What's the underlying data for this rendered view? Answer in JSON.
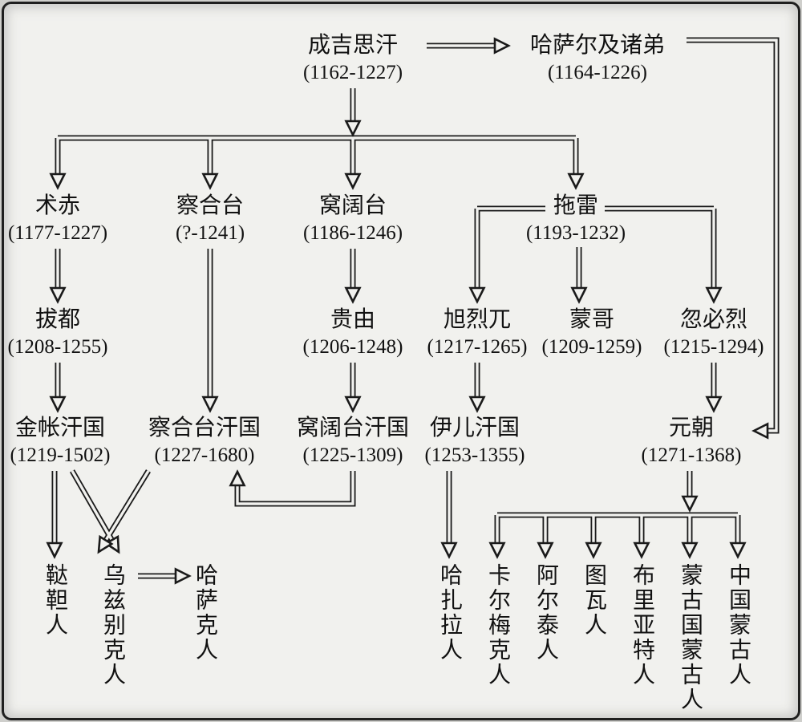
{
  "page": {
    "background": "#f1f1ee",
    "line_color": "#1a1a1a",
    "text_color": "#111111",
    "description": "Genealogy chart of Genghis Khan, the Mongol khanates and modern descendant peoples"
  },
  "nodes": {
    "genghis": {
      "name": "成吉思汗",
      "dates": "(1162-1227)"
    },
    "khasar": {
      "name": "哈萨尔及诸弟",
      "dates": "(1164-1226)"
    },
    "jochi": {
      "name": "术赤",
      "dates": "(1177-1227)"
    },
    "chagatai": {
      "name": "察合台",
      "dates": "(?-1241)"
    },
    "ogedei": {
      "name": "窝阔台",
      "dates": "(1186-1246)"
    },
    "tolui": {
      "name": "拖雷",
      "dates": "(1193-1232)"
    },
    "batu": {
      "name": "拔都",
      "dates": "(1208-1255)"
    },
    "guyuk": {
      "name": "贵由",
      "dates": "(1206-1248)"
    },
    "hulagu": {
      "name": "旭烈兀",
      "dates": "(1217-1265)"
    },
    "mongke": {
      "name": "蒙哥",
      "dates": "(1209-1259)"
    },
    "kublai": {
      "name": "忽必烈",
      "dates": "(1215-1294)"
    },
    "golden_horde": {
      "name": "金帐汗国",
      "dates": "(1219-1502)"
    },
    "chagatai_khanate": {
      "name": "察合台汗国",
      "dates": "(1227-1680)"
    },
    "ogedei_khanate": {
      "name": "窝阔台汗国",
      "dates": "(1225-1309)"
    },
    "ilkhanate": {
      "name": "伊儿汗国",
      "dates": "(1253-1355)"
    },
    "yuan": {
      "name": "元朝",
      "dates": "(1271-1368)"
    },
    "tatars": {
      "name": "鞑靼人"
    },
    "uzbeks": {
      "name": "乌兹别克人"
    },
    "kazakhs": {
      "name": "哈萨克人"
    },
    "hazaras": {
      "name": "哈扎拉人"
    },
    "kalmyks": {
      "name": "卡尔梅克人"
    },
    "altai": {
      "name": "阿尔泰人"
    },
    "tuvans": {
      "name": "图瓦人"
    },
    "buryats": {
      "name": "布里亚特人"
    },
    "mongolia_mongols": {
      "name": "蒙古国蒙古人"
    },
    "china_mongols": {
      "name": "中国蒙古人"
    }
  },
  "edges": [
    [
      "genghis",
      "khasar"
    ],
    [
      "genghis",
      "jochi"
    ],
    [
      "genghis",
      "chagatai"
    ],
    [
      "genghis",
      "ogedei"
    ],
    [
      "genghis",
      "tolui"
    ],
    [
      "khasar",
      "yuan"
    ],
    [
      "jochi",
      "batu"
    ],
    [
      "batu",
      "golden_horde"
    ],
    [
      "chagatai",
      "chagatai_khanate"
    ],
    [
      "ogedei",
      "guyuk"
    ],
    [
      "guyuk",
      "ogedei_khanate"
    ],
    [
      "tolui",
      "hulagu"
    ],
    [
      "tolui",
      "mongke"
    ],
    [
      "tolui",
      "kublai"
    ],
    [
      "hulagu",
      "ilkhanate"
    ],
    [
      "kublai",
      "yuan"
    ],
    [
      "golden_horde",
      "tatars"
    ],
    [
      "golden_horde",
      "uzbeks"
    ],
    [
      "chagatai_khanate",
      "uzbeks"
    ],
    [
      "uzbeks",
      "kazakhs"
    ],
    [
      "ogedei_khanate",
      "chagatai_khanate"
    ],
    [
      "ilkhanate",
      "hazaras"
    ],
    [
      "yuan",
      "kalmyks"
    ],
    [
      "yuan",
      "altai"
    ],
    [
      "yuan",
      "tuvans"
    ],
    [
      "yuan",
      "buryats"
    ],
    [
      "yuan",
      "mongolia_mongols"
    ],
    [
      "yuan",
      "china_mongols"
    ]
  ]
}
